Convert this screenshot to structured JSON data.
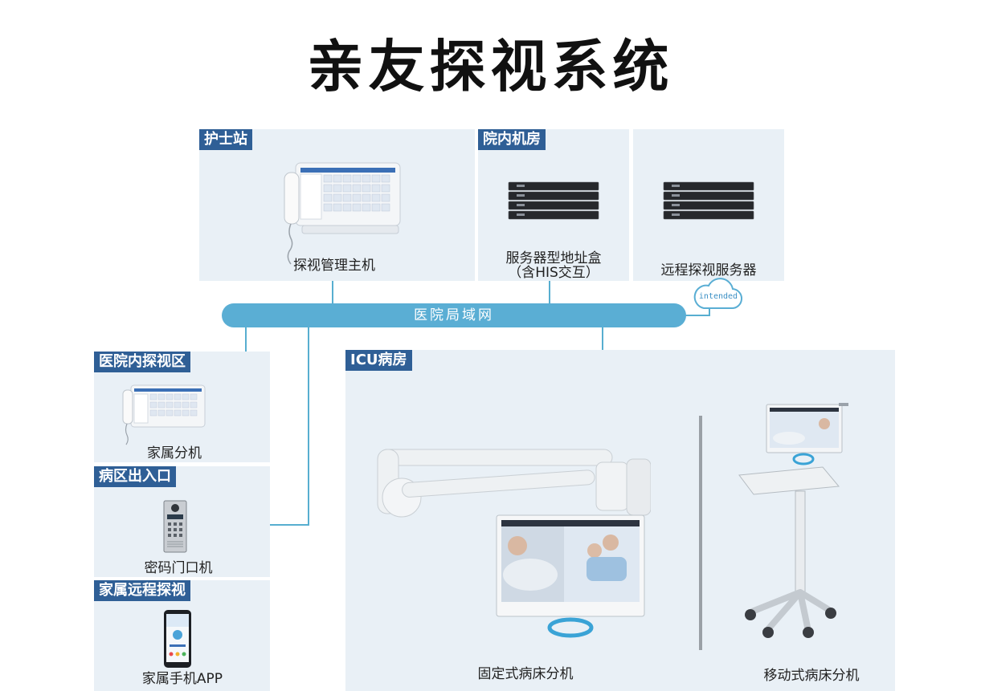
{
  "title": "亲友探视系统",
  "network": {
    "lan_label": "医院局域网",
    "cloud_label": "intended"
  },
  "panels": {
    "nurse_station": {
      "tag": "护士站",
      "device_label": "探视管理主机"
    },
    "server_room": {
      "tag": "院内机房",
      "device1_label_line1": "服务器型地址盒",
      "device1_label_line2": "（含HIS交互）",
      "device2_label": "远程探视服务器"
    },
    "inhospital_area": {
      "tag": "医院内探视区",
      "device_label": "家属分机"
    },
    "ward_entrance": {
      "tag": "病区出入口",
      "device_label": "密码门口机"
    },
    "remote_visit": {
      "tag": "家属远程探视",
      "device_label": "家属手机APP"
    },
    "icu": {
      "tag": "ICU病房",
      "fixed_label": "固定式病床分机",
      "mobile_label": "移动式病床分机"
    }
  },
  "colors": {
    "panel_bg": "#e9f0f6",
    "tag_bg": "#2f5f96",
    "lan": "#5aaed4",
    "line": "#57aed0"
  }
}
